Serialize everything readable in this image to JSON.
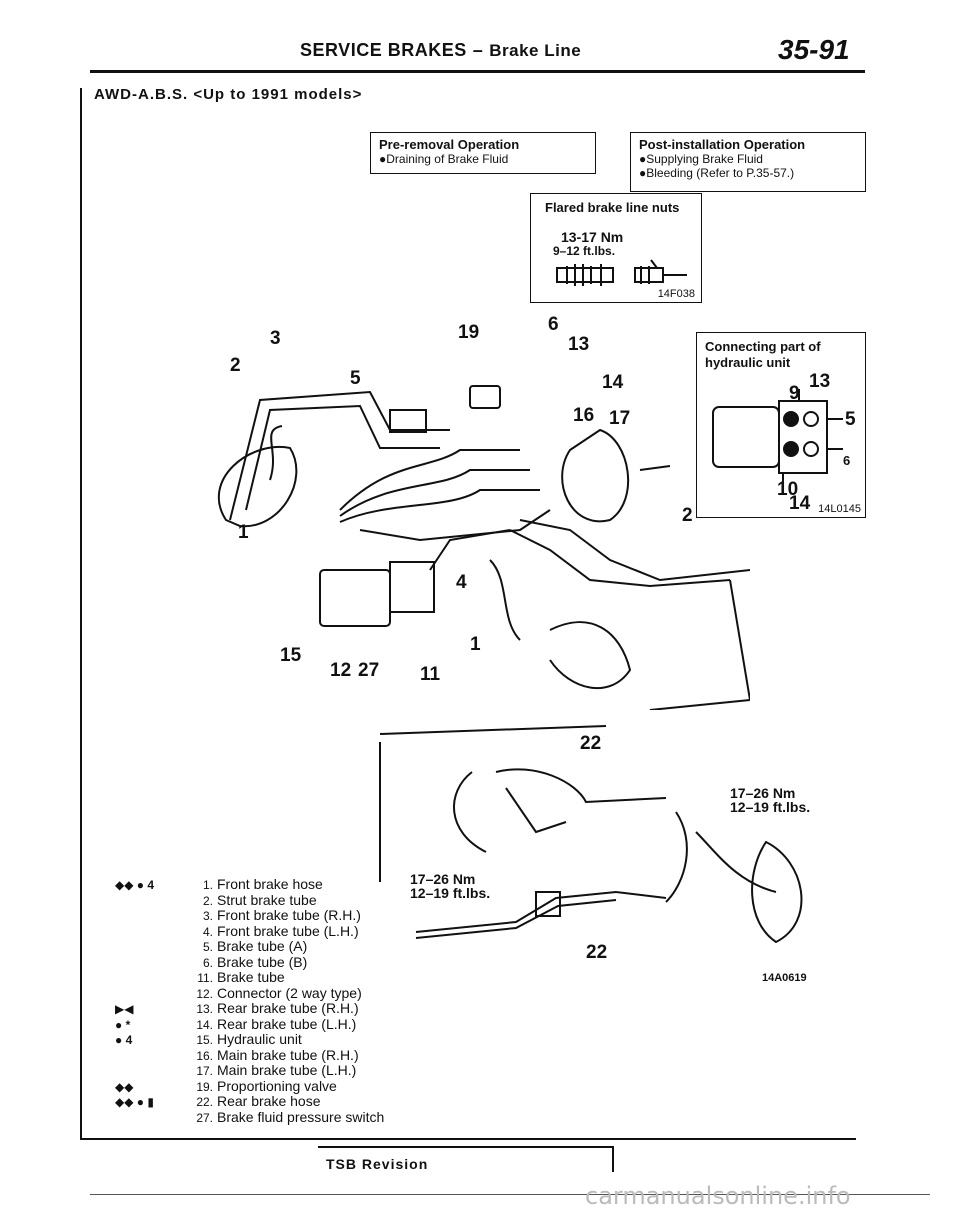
{
  "header": {
    "title": "SERVICE BRAKES",
    "subtitle": "Brake Line",
    "dash": "–",
    "page_number": "35-91"
  },
  "section_title": "AWD-A.B.S. <Up to 1991 models>",
  "pre_removal": {
    "title": "Pre-removal Operation",
    "items": [
      "●Draining of Brake Fluid"
    ]
  },
  "post_installation": {
    "title": "Post-installation Operation",
    "items": [
      "●Supplying Brake Fluid",
      "●Bleeding (Refer to P.35-57.)"
    ]
  },
  "flared_box": {
    "title": "Flared brake line nuts",
    "torque_nm": "13-17 Nm",
    "torque_ftlbs": "9–12 ft.lbs.",
    "code": "14F038"
  },
  "connecting_box": {
    "title_line1": "Connecting part of",
    "title_line2": "hydraulic unit",
    "code": "14L0145",
    "callouts": [
      "13",
      "9",
      "5",
      "6",
      "10",
      "14"
    ]
  },
  "main_diagram": {
    "callouts": [
      "3",
      "2",
      "19",
      "6",
      "13",
      "5",
      "14",
      "16",
      "17",
      "2",
      "1",
      "4",
      "1",
      "15",
      "12",
      "27",
      "11"
    ]
  },
  "rear_diagram": {
    "callouts": [
      "22",
      "22"
    ],
    "torque_upper_nm": "17–26 Nm",
    "torque_upper_ftlbs": "12–19 ft.lbs.",
    "torque_left_nm": "17–26 Nm",
    "torque_left_ftlbs": "12–19 ft.lbs.",
    "code": "14A0619"
  },
  "parts": [
    {
      "mark": "◆◆  ●  4",
      "num": "1.",
      "name": "Front brake hose"
    },
    {
      "mark": "",
      "num": "2.",
      "name": "Strut brake tube"
    },
    {
      "mark": "",
      "num": "3.",
      "name": "Front brake tube (R.H.)"
    },
    {
      "mark": "",
      "num": "4.",
      "name": "Front brake tube (L.H.)"
    },
    {
      "mark": "",
      "num": "5.",
      "name": "Brake tube (A)"
    },
    {
      "mark": "",
      "num": "6.",
      "name": "Brake tube (B)"
    },
    {
      "mark": "",
      "num": "11.",
      "name": "Brake tube"
    },
    {
      "mark": "",
      "num": "12.",
      "name": "Connector (2 way type)"
    },
    {
      "mark": "▶◀",
      "num": "13.",
      "name": "Rear brake tube (R.H.)"
    },
    {
      "mark": "●  *",
      "num": "14.",
      "name": "Rear brake tube (L.H.)"
    },
    {
      "mark": "●  4",
      "num": "15.",
      "name": "Hydraulic unit"
    },
    {
      "mark": "",
      "num": "16.",
      "name": "Main brake tube (R.H.)"
    },
    {
      "mark": "",
      "num": "17.",
      "name": "Main brake tube (L.H.)"
    },
    {
      "mark": "◆◆",
      "num": "19.",
      "name": "Proportioning valve"
    },
    {
      "mark": "◆◆  ●  ▮",
      "num": "22.",
      "name": "Rear brake hose"
    },
    {
      "mark": "",
      "num": "27.",
      "name": "Brake fluid pressure switch"
    }
  ],
  "footer": {
    "tsb": "TSB Revision",
    "watermark": "carmanualsonline.info"
  }
}
